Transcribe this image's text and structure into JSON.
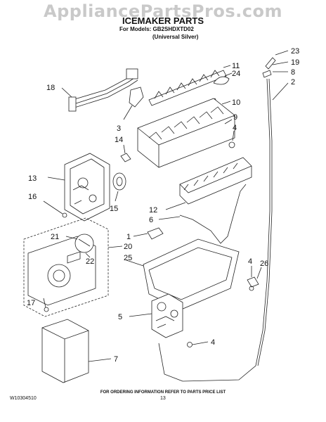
{
  "header": {
    "watermark": "AppliancePartsPros.com",
    "title": "ICEMAKER PARTS",
    "models": "For Models: GB2SHDXTD02",
    "variant": "(Universal Silver)"
  },
  "callouts": {
    "c23": "23",
    "c19": "19",
    "c8": "8",
    "c2": "2",
    "c11": "11",
    "c24": "24",
    "c18": "18",
    "c10": "10",
    "c9": "9",
    "c3": "3",
    "c4a": "4",
    "c14": "14",
    "c13": "13",
    "c16": "16",
    "c15": "15",
    "c12": "12",
    "c6": "6",
    "c1": "1",
    "c21": "21",
    "c20": "20",
    "c22": "22",
    "c25": "25",
    "c4b": "4",
    "c26": "26",
    "c17": "17",
    "c5": "5",
    "c4c": "4",
    "c7": "7"
  },
  "footer": {
    "note": "FOR ORDERING INFORMATION REFER TO PARTS PRICE LIST",
    "doc_number": "W10304510",
    "page": "13"
  }
}
